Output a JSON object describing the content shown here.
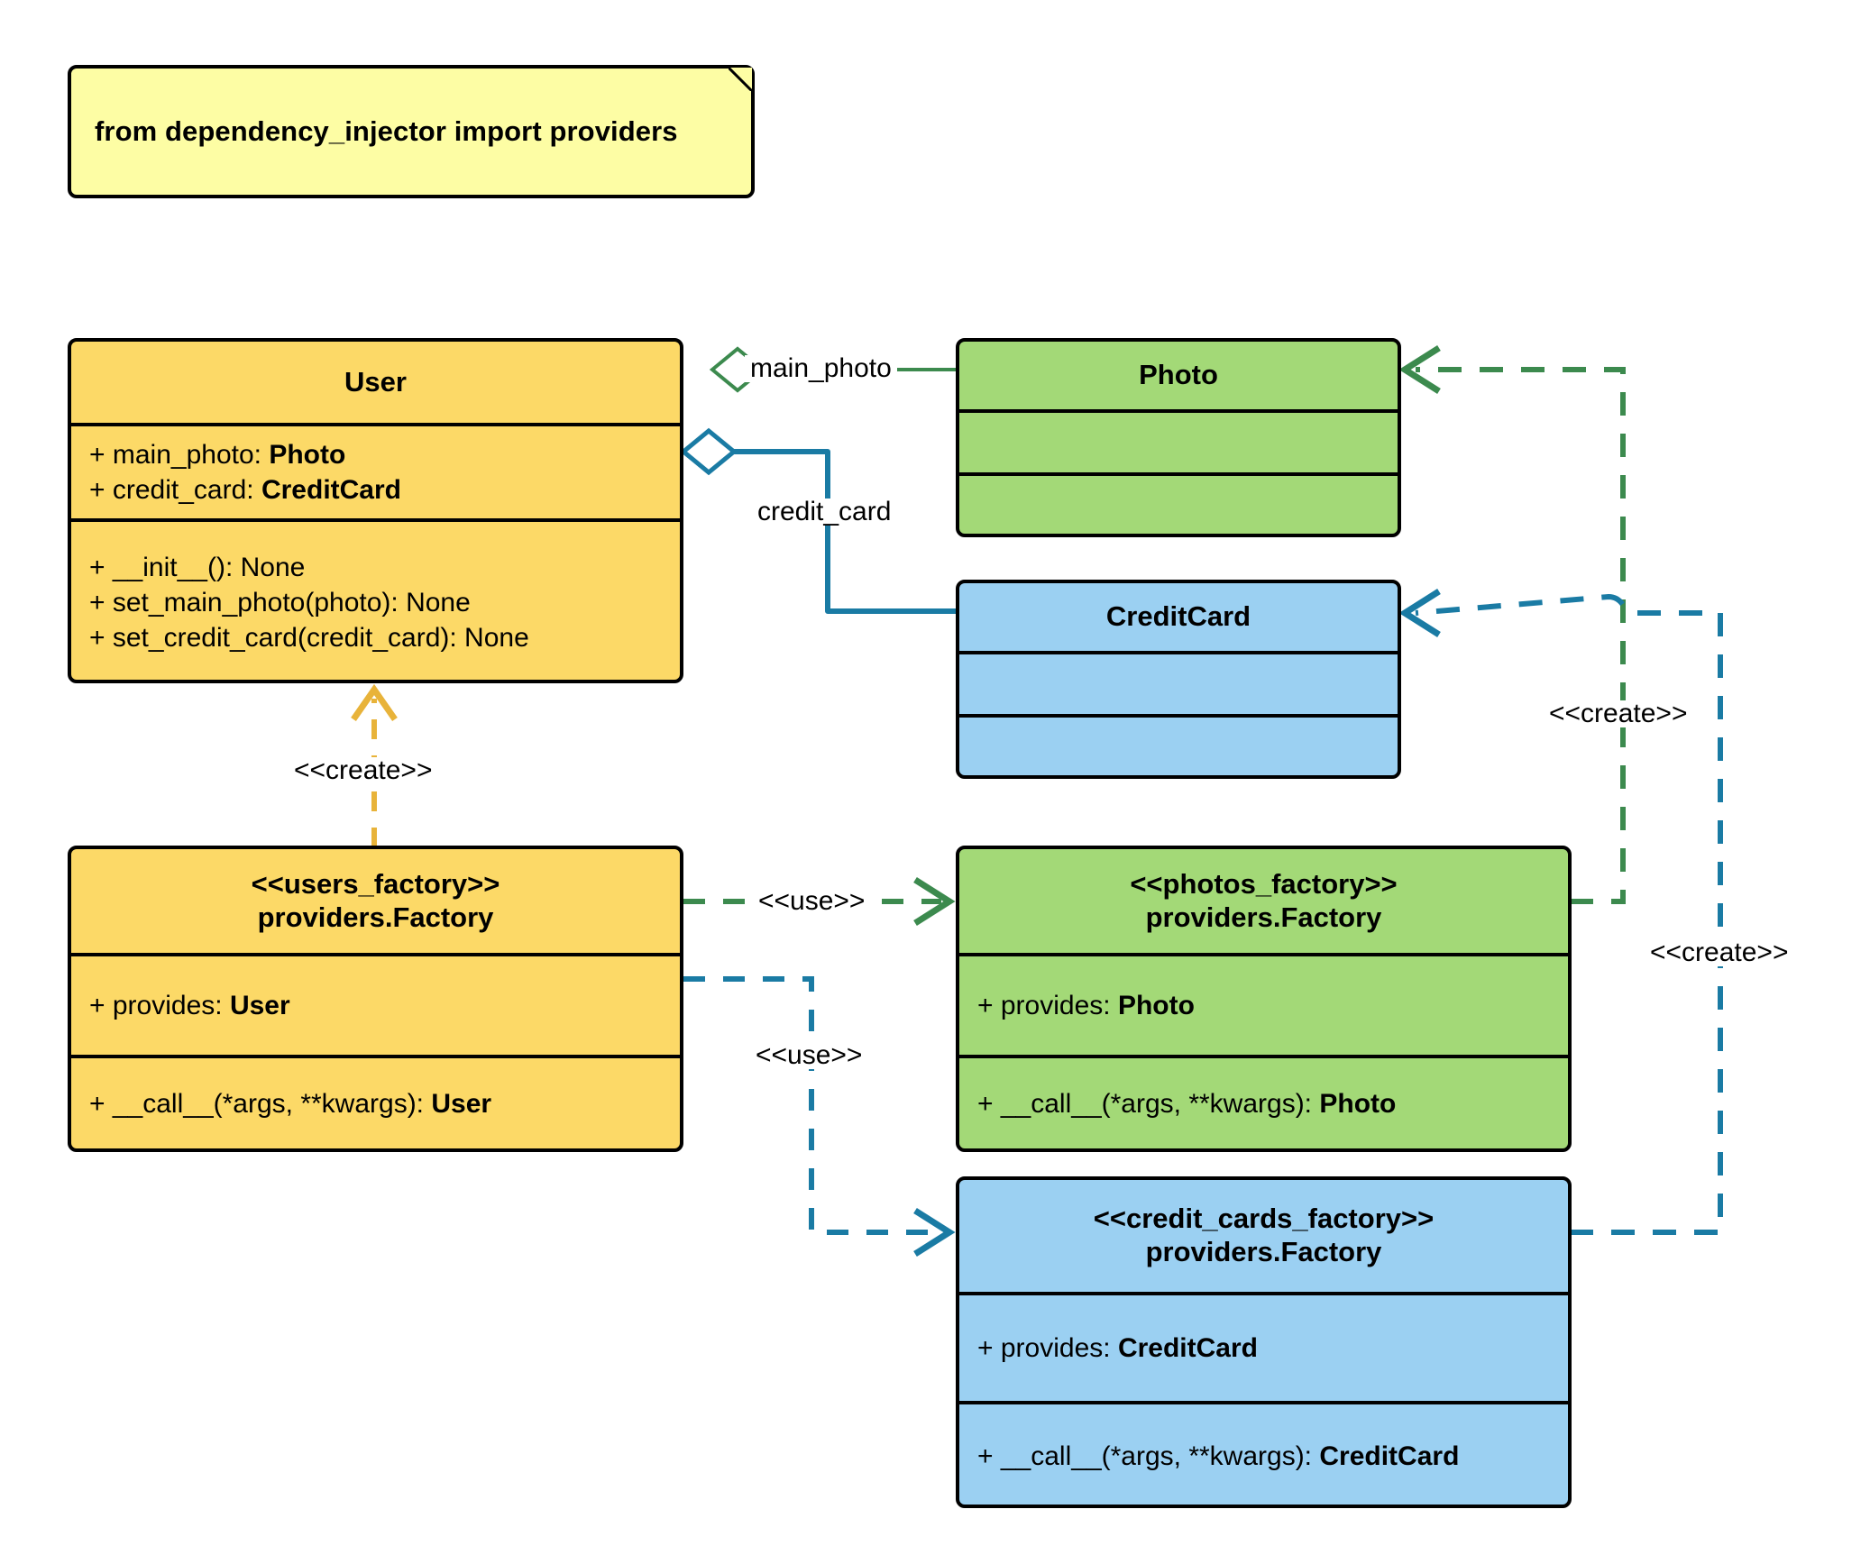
{
  "diagram": {
    "title": "dependency_injector factory providers UML class diagram",
    "background": "#ffffff",
    "colors": {
      "yellow": "#FCD967",
      "green": "#A3D977",
      "blue": "#9BD0F2",
      "note": "#FDFDA4",
      "green_edge": "#3C8A4E",
      "blue_edge": "#1A7BA4",
      "yellow_edge": "#E8B33A",
      "outline": "#000000"
    }
  },
  "note": {
    "text": "from dependency_injector import providers"
  },
  "classes": {
    "user": {
      "name": "User",
      "attributes": [
        {
          "visibility": "+",
          "name": "main_photo:",
          "type": "Photo"
        },
        {
          "visibility": "+",
          "name": "credit_card:",
          "type": "CreditCard"
        }
      ],
      "methods": [
        {
          "visibility": "+",
          "name": "__init__(): None",
          "type": ""
        },
        {
          "visibility": "+",
          "name": "set_main_photo(photo): None",
          "type": ""
        },
        {
          "visibility": "+",
          "name": "set_credit_card(credit_card): None",
          "type": ""
        }
      ]
    },
    "photo": {
      "name": "Photo",
      "attributes": [],
      "methods": []
    },
    "credit_card": {
      "name": "CreditCard",
      "attributes": [],
      "methods": []
    },
    "users_factory": {
      "stereotype": "<<users_factory>>",
      "name": "providers.Factory",
      "attributes": [
        {
          "visibility": "+",
          "name": "provides:",
          "type": "User"
        }
      ],
      "methods": [
        {
          "visibility": "+",
          "name": "__call__(*args, **kwargs):",
          "type": "User"
        }
      ]
    },
    "photos_factory": {
      "stereotype": "<<photos_factory>>",
      "name": "providers.Factory",
      "attributes": [
        {
          "visibility": "+",
          "name": "provides:",
          "type": "Photo"
        }
      ],
      "methods": [
        {
          "visibility": "+",
          "name": "__call__(*args, **kwargs):",
          "type": "Photo"
        }
      ]
    },
    "credit_cards_factory": {
      "stereotype": "<<credit_cards_factory>>",
      "name": "providers.Factory",
      "attributes": [
        {
          "visibility": "+",
          "name": "provides:",
          "type": "CreditCard"
        }
      ],
      "methods": [
        {
          "visibility": "+",
          "name": "__call__(*args, **kwargs):",
          "type": "CreditCard"
        }
      ]
    }
  },
  "edges": {
    "main_photo": {
      "label": "main_photo",
      "from": "User",
      "to": "Photo",
      "kind": "aggregation",
      "color": "#3C8A4E"
    },
    "credit_card": {
      "label": "credit_card",
      "from": "User",
      "to": "CreditCard",
      "kind": "aggregation",
      "color": "#1A7BA4"
    },
    "create_user": {
      "label": "<<create>>",
      "from": "users_factory",
      "to": "User",
      "kind": "dependency",
      "color": "#E8B33A"
    },
    "use_photos": {
      "label": "<<use>>",
      "from": "users_factory",
      "to": "photos_factory",
      "kind": "dependency",
      "color": "#3C8A4E"
    },
    "use_credit_cards": {
      "label": "<<use>>",
      "from": "users_factory",
      "to": "credit_cards_factory",
      "kind": "dependency",
      "color": "#1A7BA4"
    },
    "create_photo": {
      "label": "<<create>>",
      "from": "photos_factory",
      "to": "Photo",
      "kind": "dependency",
      "color": "#3C8A4E"
    },
    "create_credit_card": {
      "label": "<<create>>",
      "from": "credit_cards_factory",
      "to": "CreditCard",
      "kind": "dependency",
      "color": "#1A7BA4"
    }
  }
}
